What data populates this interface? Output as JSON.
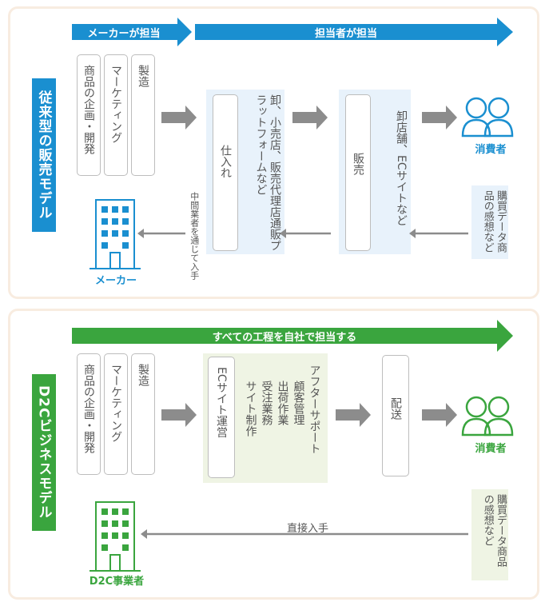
{
  "colors": {
    "blue": "#1a8fd0",
    "green": "#3aa53e",
    "gray_arrow": "#8c8c8c",
    "light_blue": "#e8f2fb",
    "light_green": "#eff4e4",
    "panel_border": "#f8ece0"
  },
  "section1": {
    "title": "従来型の販売モデル",
    "banner_maker": "メーカーが担当",
    "banner_staff": "担当者が担当",
    "steps": [
      "商品の企画・開発",
      "マーケティング",
      "製造"
    ],
    "wholesale_label": "卸、小売店、販売代理店通販プラットフォームなど",
    "purchase_box": "仕入れ",
    "retail_label": "卸店舗、ECサイトなど",
    "sales_box": "販売",
    "consumer": "消費者",
    "feedback": "購買データ商品の感想など",
    "intermediary_note": "中間業者を通じて入手",
    "maker": "メーカー",
    "icons": [
      "person-pair-icon",
      "building-icon"
    ]
  },
  "section2": {
    "title": "D2Cビジネスモデル",
    "banner": "すべての工程を自社で担当する",
    "steps": [
      "商品の企画・開発",
      "マーケティング",
      "製造"
    ],
    "ec_box": "ECサイト運営",
    "tasks": [
      "アフターサポート",
      "顧客管理",
      "出荷作業",
      "受注業務",
      "サイト制作"
    ],
    "delivery": "配送",
    "consumer": "消費者",
    "feedback": "購買データ商品の感想など",
    "direct": "直接入手",
    "company": "D2C事業者",
    "icons": [
      "person-pair-icon",
      "building-icon"
    ]
  }
}
